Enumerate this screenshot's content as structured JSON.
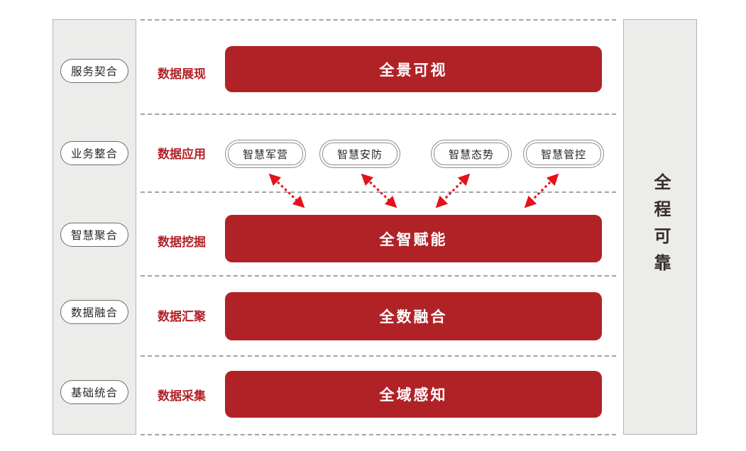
{
  "title": "layered-data-architecture-diagram",
  "colors": {
    "primary_red": "#b12227",
    "arrow_red": "#e2131b",
    "panel_bg": "#ececeb",
    "panel_border": "#b5b3b0",
    "pill_border": "#8e8c8a",
    "dotted_line": "#a4a4a4",
    "dark_text": "#362e2a",
    "bar_text": "#ffffff"
  },
  "left_panel": {
    "items": [
      {
        "label": "服务契合"
      },
      {
        "label": "业务整合"
      },
      {
        "label": "智慧聚合"
      },
      {
        "label": "数据融合"
      },
      {
        "label": "基础统合"
      }
    ]
  },
  "right_panel": {
    "label": "全程可靠"
  },
  "layers": [
    {
      "stage_label": "数据展现",
      "content": "全景可视"
    },
    {
      "stage_label": "数据应用",
      "apps": [
        {
          "label": "智慧军营"
        },
        {
          "label": "智慧安防"
        },
        {
          "label": "智慧态势"
        },
        {
          "label": "智慧管控"
        }
      ]
    },
    {
      "stage_label": "数据挖掘",
      "content": "全智赋能"
    },
    {
      "stage_label": "数据汇聚",
      "content": "全数融合"
    },
    {
      "stage_label": "数据采集",
      "content": "全域感知"
    }
  ],
  "icons": {
    "flow_arrow": "red-dashed-double-headed-arrow"
  }
}
